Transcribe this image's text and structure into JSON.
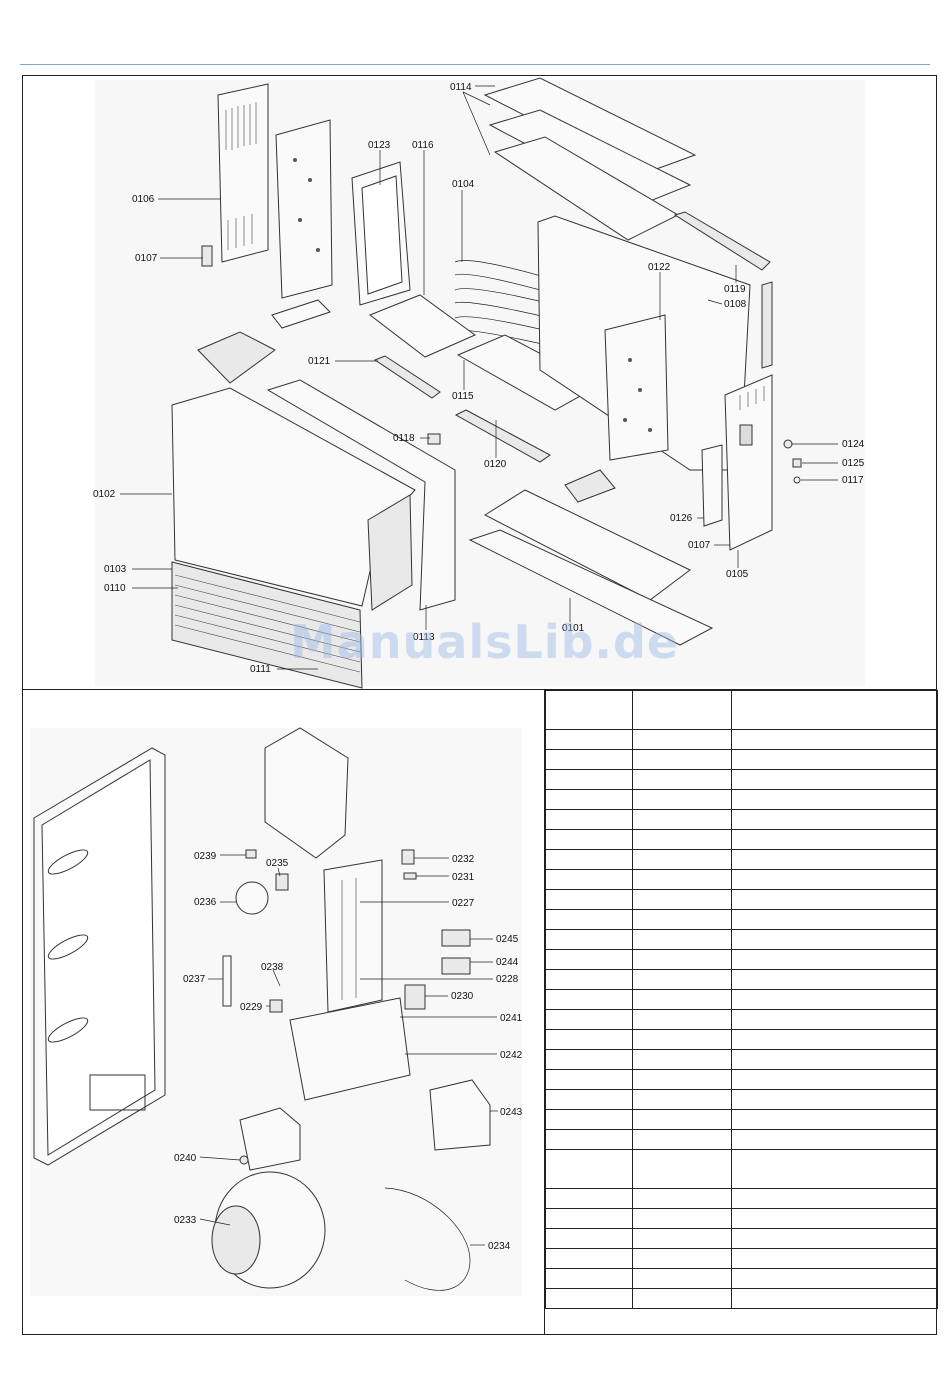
{
  "watermark": "ManualsLib.de",
  "upper_callouts": {
    "c0114": "0114",
    "c0123": "0123",
    "c0116": "0116",
    "c0104": "0104",
    "c0106": "0106",
    "c0107a": "0107",
    "c0122": "0122",
    "c0119": "0119",
    "c0108": "0108",
    "c0121": "0121",
    "c0115": "0115",
    "c0118": "0118",
    "c0120": "0120",
    "c0124": "0124",
    "c0125": "0125",
    "c0117": "0117",
    "c0102": "0102",
    "c0126": "0126",
    "c0107b": "0107",
    "c0105": "0105",
    "c0103": "0103",
    "c0110": "0110",
    "c0113": "0113",
    "c0101": "0101",
    "c0111": "0111"
  },
  "lower_callouts": {
    "c0239": "0239",
    "c0235": "0235",
    "c0232": "0232",
    "c0231": "0231",
    "c0236": "0236",
    "c0227": "0227",
    "c0245": "0245",
    "c0237": "0237",
    "c0238": "0238",
    "c0244": "0244",
    "c0228": "0228",
    "c0229": "0229",
    "c0230": "0230",
    "c0241": "0241",
    "c0242": "0242",
    "c0243": "0243",
    "c0240": "0240",
    "c0233": "0233",
    "c0234": "0234"
  }
}
